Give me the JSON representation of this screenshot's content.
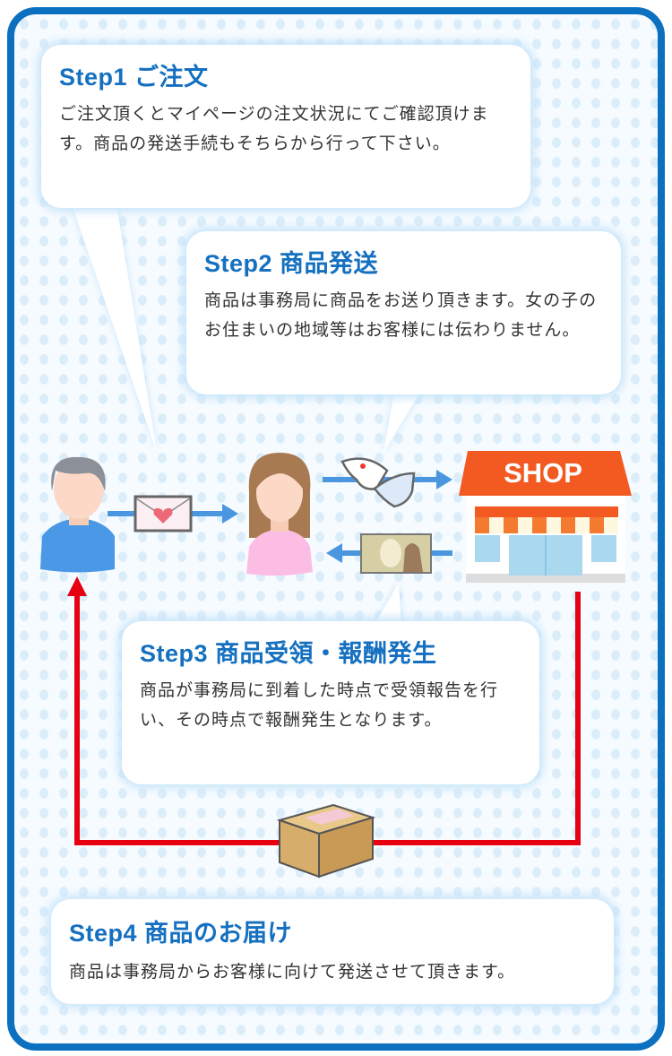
{
  "steps": [
    {
      "title": "Step1 ご注文",
      "text": "ご注文頂くとマイページの注文状況にてご確認頂けます。商品の発送手続もそちらから行って下さい。"
    },
    {
      "title": "Step2 商品発送",
      "text": "商品は事務局に商品をお送り頂きます。女の子のお住まいの地域等はお客様には伝わりません。"
    },
    {
      "title": "Step3 商品受領・報酬発生",
      "text": "商品が事務局に到着した時点で受領報告を行い、その時点で報酬発生となります。"
    },
    {
      "title": "Step4 商品のお届け",
      "text": "商品は事務局からお客様に向けて発送させて頂きます。"
    }
  ],
  "shop_label": "SHOP",
  "colors": {
    "border": "#0b70c0",
    "title": "#1570c0",
    "arrow": "#4a97e0",
    "return_line": "#e60012",
    "shop_roof": "#f25a22"
  }
}
